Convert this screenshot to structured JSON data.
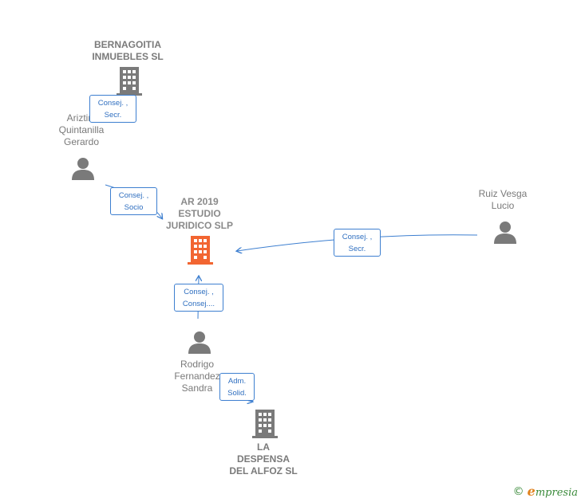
{
  "nodes": {
    "bernagoitia": {
      "label": "BERNAGOITIA\nINMUEBLES SL",
      "kind": "company"
    },
    "ariztimuno": {
      "label": "Ariztim\nQuintanilla\nGerardo",
      "kind": "person"
    },
    "ar2019": {
      "label": "AR 2019\nESTUDIO\nJURIDICO  SLP",
      "kind": "company-center"
    },
    "ruiz": {
      "label": "Ruiz Vesga\nLucio",
      "kind": "person"
    },
    "rodrigo": {
      "label": "Rodrigo\nFernandez\nSandra",
      "kind": "person"
    },
    "despensa": {
      "label": "LA\nDESPENSA\nDEL ALFOZ  SL",
      "kind": "company"
    }
  },
  "relations": [
    {
      "id": "rel-ariztimuno-bernagoitia",
      "label": "Consej. ,\nSecr."
    },
    {
      "id": "rel-ariztimuno-ar2019",
      "label": "Consej. ,\nSocio"
    },
    {
      "id": "rel-ruiz-ar2019",
      "label": "Consej. ,\nSecr."
    },
    {
      "id": "rel-rodrigo-ar2019",
      "label": "Consej. ,\nConsej...."
    },
    {
      "id": "rel-rodrigo-despensa",
      "label": "Adm.\nSolid."
    }
  ],
  "colors": {
    "edge": "#3d7fd0",
    "building": "#7a7a7a",
    "building_center": "#f26531",
    "person": "#7a7a7a"
  },
  "footer": {
    "copyright": "©",
    "brand_initial": "e",
    "brand_rest": "mpresia"
  }
}
